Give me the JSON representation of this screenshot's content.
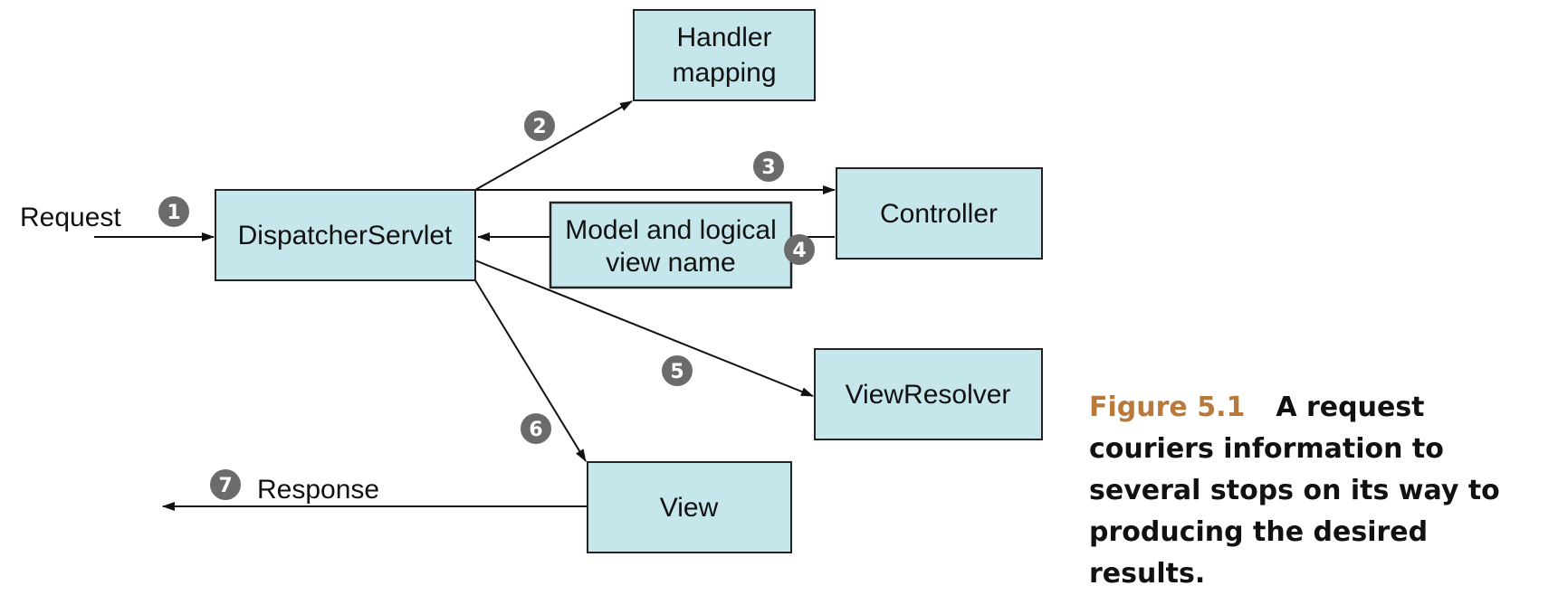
{
  "colors": {
    "box_fill": "#c5e6ea",
    "box_stroke": "#222222",
    "badge_fill": "#6b6b6b",
    "arrow": "#111111",
    "figure_number": "#b8793b"
  },
  "nodes": {
    "dispatcher": "DispatcherServlet",
    "handler_mapping": [
      "Handler",
      "mapping"
    ],
    "controller": "Controller",
    "model_view": [
      "Model and logical",
      "view name"
    ],
    "view_resolver": "ViewResolver",
    "view": "View"
  },
  "labels": {
    "request": "Request",
    "response": "Response"
  },
  "steps": [
    "1",
    "2",
    "3",
    "4",
    "5",
    "6",
    "7"
  ],
  "caption": {
    "number": "Figure 5.1",
    "text": "A request couriers information to several stops on its way to producing the desired results."
  }
}
